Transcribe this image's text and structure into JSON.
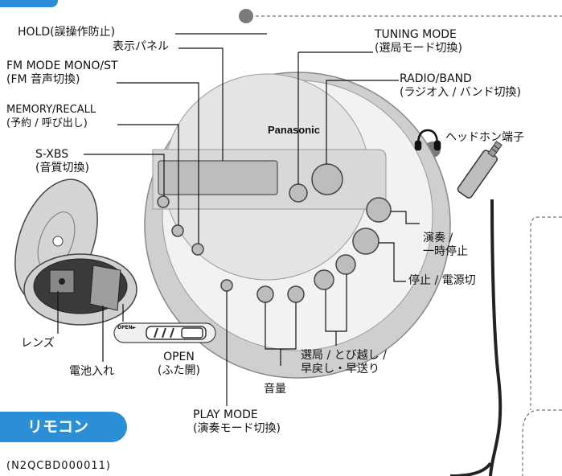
{
  "brand": "Panasonic",
  "section_tab": "リモコン",
  "model_code": "(N2QCBD000011)",
  "labels": {
    "hold": [
      "HOLD(誤操作防止)"
    ],
    "display": [
      "表示パネル"
    ],
    "fm_mode": [
      "FM MODE MONO/ST",
      "(FM 音声切換)"
    ],
    "memory": [
      "MEMORY/RECALL",
      "(予約 / 呼び出し)"
    ],
    "sxbs": [
      "S-XBS",
      "(音質切換)"
    ],
    "tuning_mode": [
      "TUNING MODE",
      "(選局モード切換)"
    ],
    "radio_band": [
      "RADIO/BAND",
      "(ラジオ入 / バンド切換)"
    ],
    "headphone": [
      "ヘッドホン端子"
    ],
    "play_pause": [
      "演奏 /",
      "一時停止"
    ],
    "stop": [
      "停止 / 電源切"
    ],
    "tuning_skip": [
      "選局 / とび越し /",
      "早戻し・早送り"
    ],
    "lens": [
      "レンズ"
    ],
    "battery": [
      "電池入れ"
    ],
    "open": [
      "OPEN",
      "(ふた開)"
    ],
    "volume": [
      "音量"
    ],
    "play_mode": [
      "PLAY MODE",
      "(演奏モード切換)"
    ]
  },
  "open_switch_text": "OPEN►",
  "icons": {
    "headphone": "headphones-icon"
  },
  "colors": {
    "accent": "#2a8fd6",
    "body_light": "#eeeeee",
    "body_mid": "#cfcfcf",
    "body_dark": "#a9a9a9",
    "button": "#bdbdbd",
    "dot": "#7a7a7a"
  }
}
